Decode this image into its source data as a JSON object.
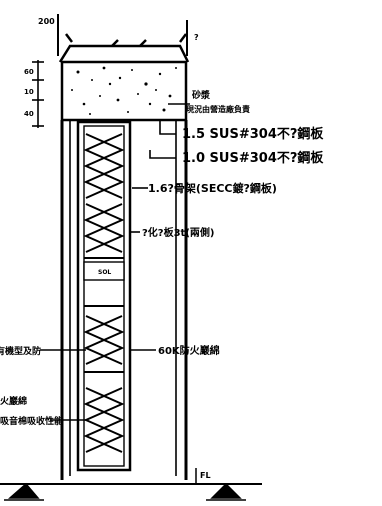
{
  "annotations": {
    "concrete_label": "砂漿",
    "concrete_note": "現況由營造廠負責",
    "plate_outer": "1.5  SUS#304不?鋼板",
    "plate_inner": "1.0  SUS#304不?鋼板",
    "frame": "1.6?骨架(SECC鍍?鋼板)",
    "board": "?化?板3t(兩側)",
    "insulation": "60K防火巖綿",
    "left_upper": "有機型及防",
    "left_mid": "火巖綿",
    "left_lower": "吸音棉吸收性能",
    "floor_mark": "FL",
    "strip_mark": "SOL"
  },
  "dimension_marks": {
    "top_a": "200",
    "top_b": "?",
    "side_a": "60",
    "side_b": "10",
    "side_c": "40"
  }
}
